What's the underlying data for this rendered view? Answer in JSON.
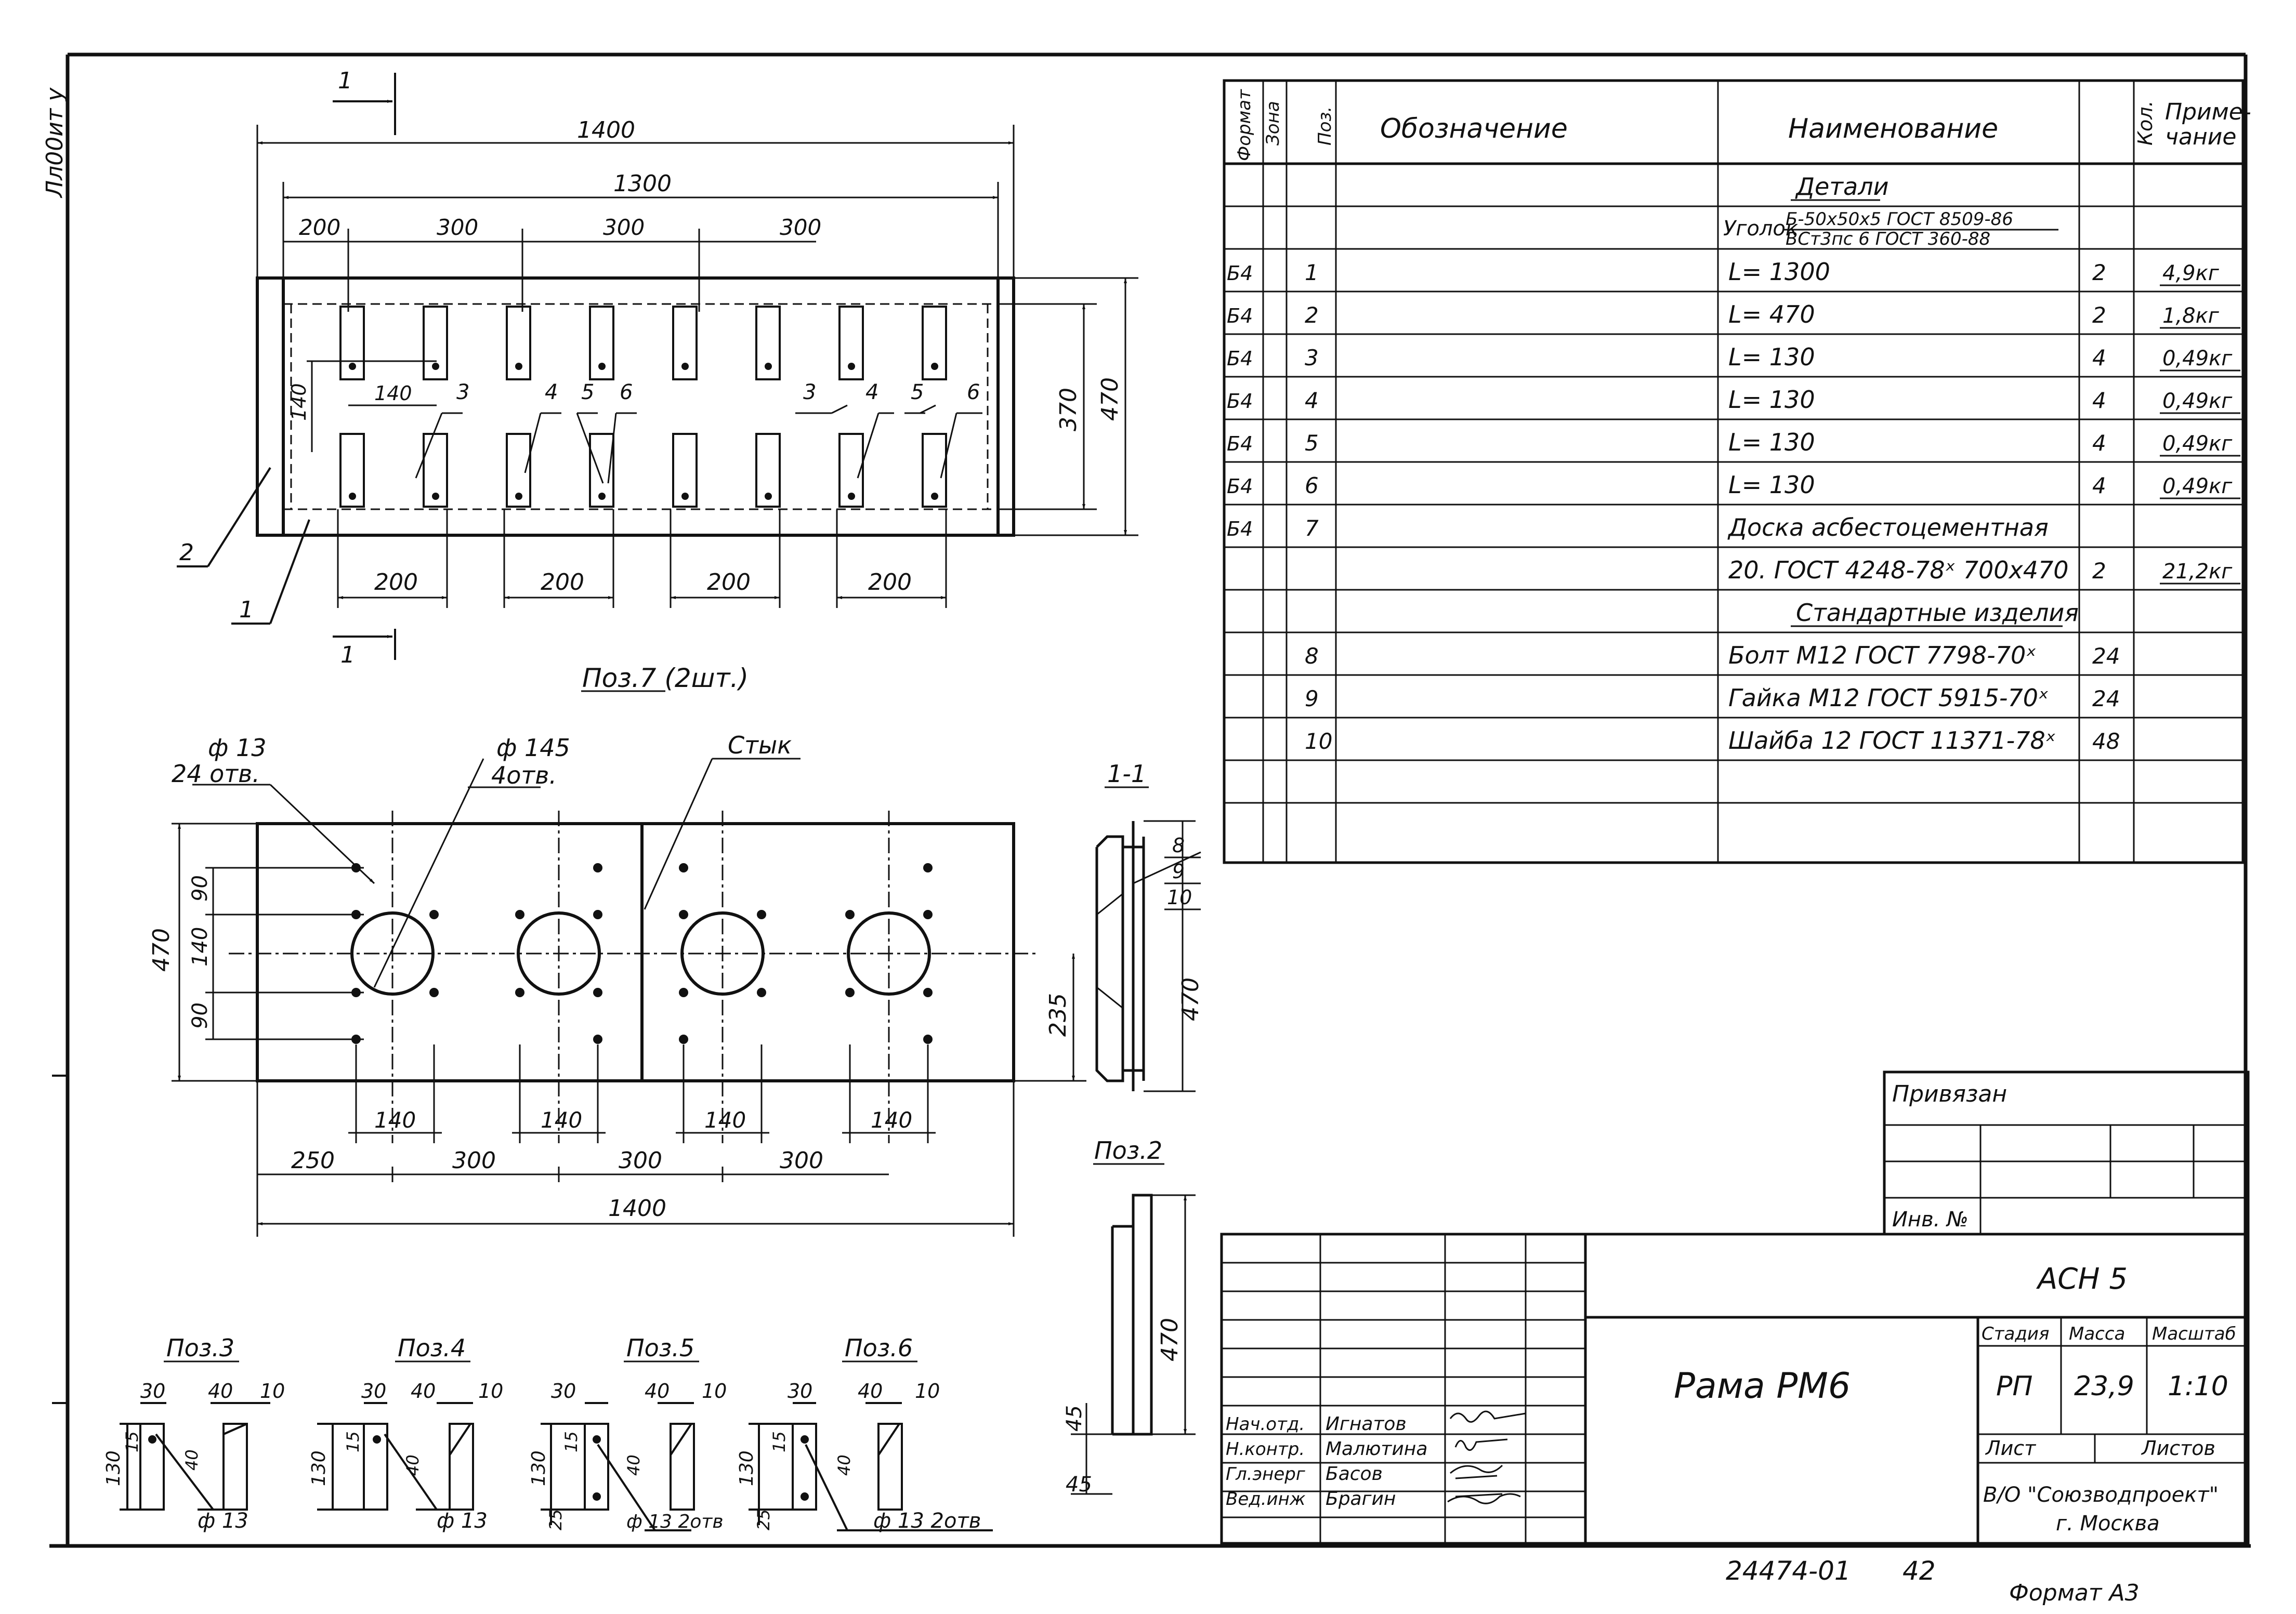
{
  "side_text": "Лл00ит у",
  "plan": {
    "section_marker": "1",
    "dims": {
      "total": "1400",
      "inner": "1300",
      "d200": "200",
      "d300": "300",
      "d140": "140",
      "h370": "370",
      "h470": "470"
    },
    "callouts": {
      "p1": "1",
      "p2": "2",
      "p3": "3",
      "p4": "4",
      "p5": "5",
      "p6": "6"
    }
  },
  "pos7": {
    "title": "Поз.7 (2шт.)",
    "hole_small_d": "ф 13",
    "hole_small_n": "24 отв.",
    "hole_big_d": "ф 145",
    "hole_big_n": "4отв.",
    "joint": "Стык",
    "dims": {
      "h470": "470",
      "v90": "90",
      "v140": "140",
      "v235": "235",
      "d140": "140",
      "d250": "250",
      "d300": "300",
      "d1400": "1400"
    }
  },
  "section11": {
    "title": "1-1",
    "labels": [
      "8",
      "9",
      "10"
    ],
    "h470": "470"
  },
  "pos2": {
    "title": "Поз.2",
    "h470": "470",
    "h45": "45"
  },
  "details": [
    {
      "title": "Поз.3",
      "hole": "ф 13"
    },
    {
      "title": "Поз.4",
      "hole": "ф 13"
    },
    {
      "title": "Поз.5",
      "hole": "ф 13 2отв"
    },
    {
      "title": "Поз.6",
      "hole": "ф 13 2отв"
    }
  ],
  "detail_dims": {
    "d30": "30",
    "d40": "40",
    "d10": "10",
    "d130": "130",
    "d15": "15",
    "d25": "25"
  },
  "spec": {
    "headers": {
      "format": "Формат",
      "zone": "Зона",
      "pos": "Поз.",
      "designation": "Обозначение",
      "name": "Наименование",
      "qty": "Кол.",
      "note": "Приме-\nчание"
    },
    "rows": [
      {
        "format": "",
        "pos": "",
        "name": "Детали",
        "qty": "",
        "note": "",
        "underline": true
      },
      {
        "format": "",
        "pos": "",
        "name": "Уголок",
        "name_top": "Б-50х50х5 ГОСТ 8509-86",
        "name_bottom": "ВСт3пс 6 ГОСТ 360-88",
        "qty": "",
        "note": "",
        "fraction": true
      },
      {
        "format": "Б4",
        "pos": "1",
        "name": "L= 1300",
        "qty": "2",
        "note": "4,9кг"
      },
      {
        "format": "Б4",
        "pos": "2",
        "name": "L= 470",
        "qty": "2",
        "note": "1,8кг"
      },
      {
        "format": "Б4",
        "pos": "3",
        "name": "L= 130",
        "qty": "4",
        "note": "0,49кг"
      },
      {
        "format": "Б4",
        "pos": "4",
        "name": "L= 130",
        "qty": "4",
        "note": "0,49кг"
      },
      {
        "format": "Б4",
        "pos": "5",
        "name": "L= 130",
        "qty": "4",
        "note": "0,49кг"
      },
      {
        "format": "Б4",
        "pos": "6",
        "name": "L= 130",
        "qty": "4",
        "note": "0,49кг"
      },
      {
        "format": "Б4",
        "pos": "7",
        "name": "Доска асбестоцементная",
        "qty": "",
        "note": ""
      },
      {
        "format": "",
        "pos": "",
        "name": "20. ГОСТ 4248-78ˣ 700х470",
        "qty": "2",
        "note": "21,2кг"
      },
      {
        "format": "",
        "pos": "",
        "name": "Стандартные изделия",
        "qty": "",
        "note": "",
        "underline": true
      },
      {
        "format": "",
        "pos": "8",
        "name": "Болт М12 ГОСТ 7798-70ˣ",
        "qty": "24",
        "note": ""
      },
      {
        "format": "",
        "pos": "9",
        "name": "Гайка М12 ГОСТ 5915-70ˣ",
        "qty": "24",
        "note": ""
      },
      {
        "format": "",
        "pos": "10",
        "name": "Шайба 12 ГОСТ 11371-78ˣ",
        "qty": "48",
        "note": ""
      },
      {
        "format": "",
        "pos": "",
        "name": "",
        "qty": "",
        "note": ""
      }
    ]
  },
  "privyazan": {
    "title": "Привязан",
    "inv": "Инв. №"
  },
  "title_block": {
    "code": "АСН 5",
    "drawing_name": "Рама РМ6",
    "stage_label": "Стадия",
    "mass_label": "Масса",
    "scale_label": "Масштаб",
    "stage": "РП",
    "mass": "23,9",
    "scale": "1:10",
    "sheet_label": "Лист",
    "sheets_label": "Листов",
    "org": "В/О \"Союзводпроект\"",
    "city": "г. Москва",
    "people": [
      {
        "role": "Нач.отд.",
        "name": "Игнатов"
      },
      {
        "role": "Н.контр.",
        "name": "Малютина"
      },
      {
        "role": "Гл.энерг",
        "name": "Басов"
      },
      {
        "role": "Вед.инж",
        "name": "Брагин"
      }
    ]
  },
  "footer": {
    "number": "24474-01",
    "page": "42",
    "format": "Формат А3"
  }
}
